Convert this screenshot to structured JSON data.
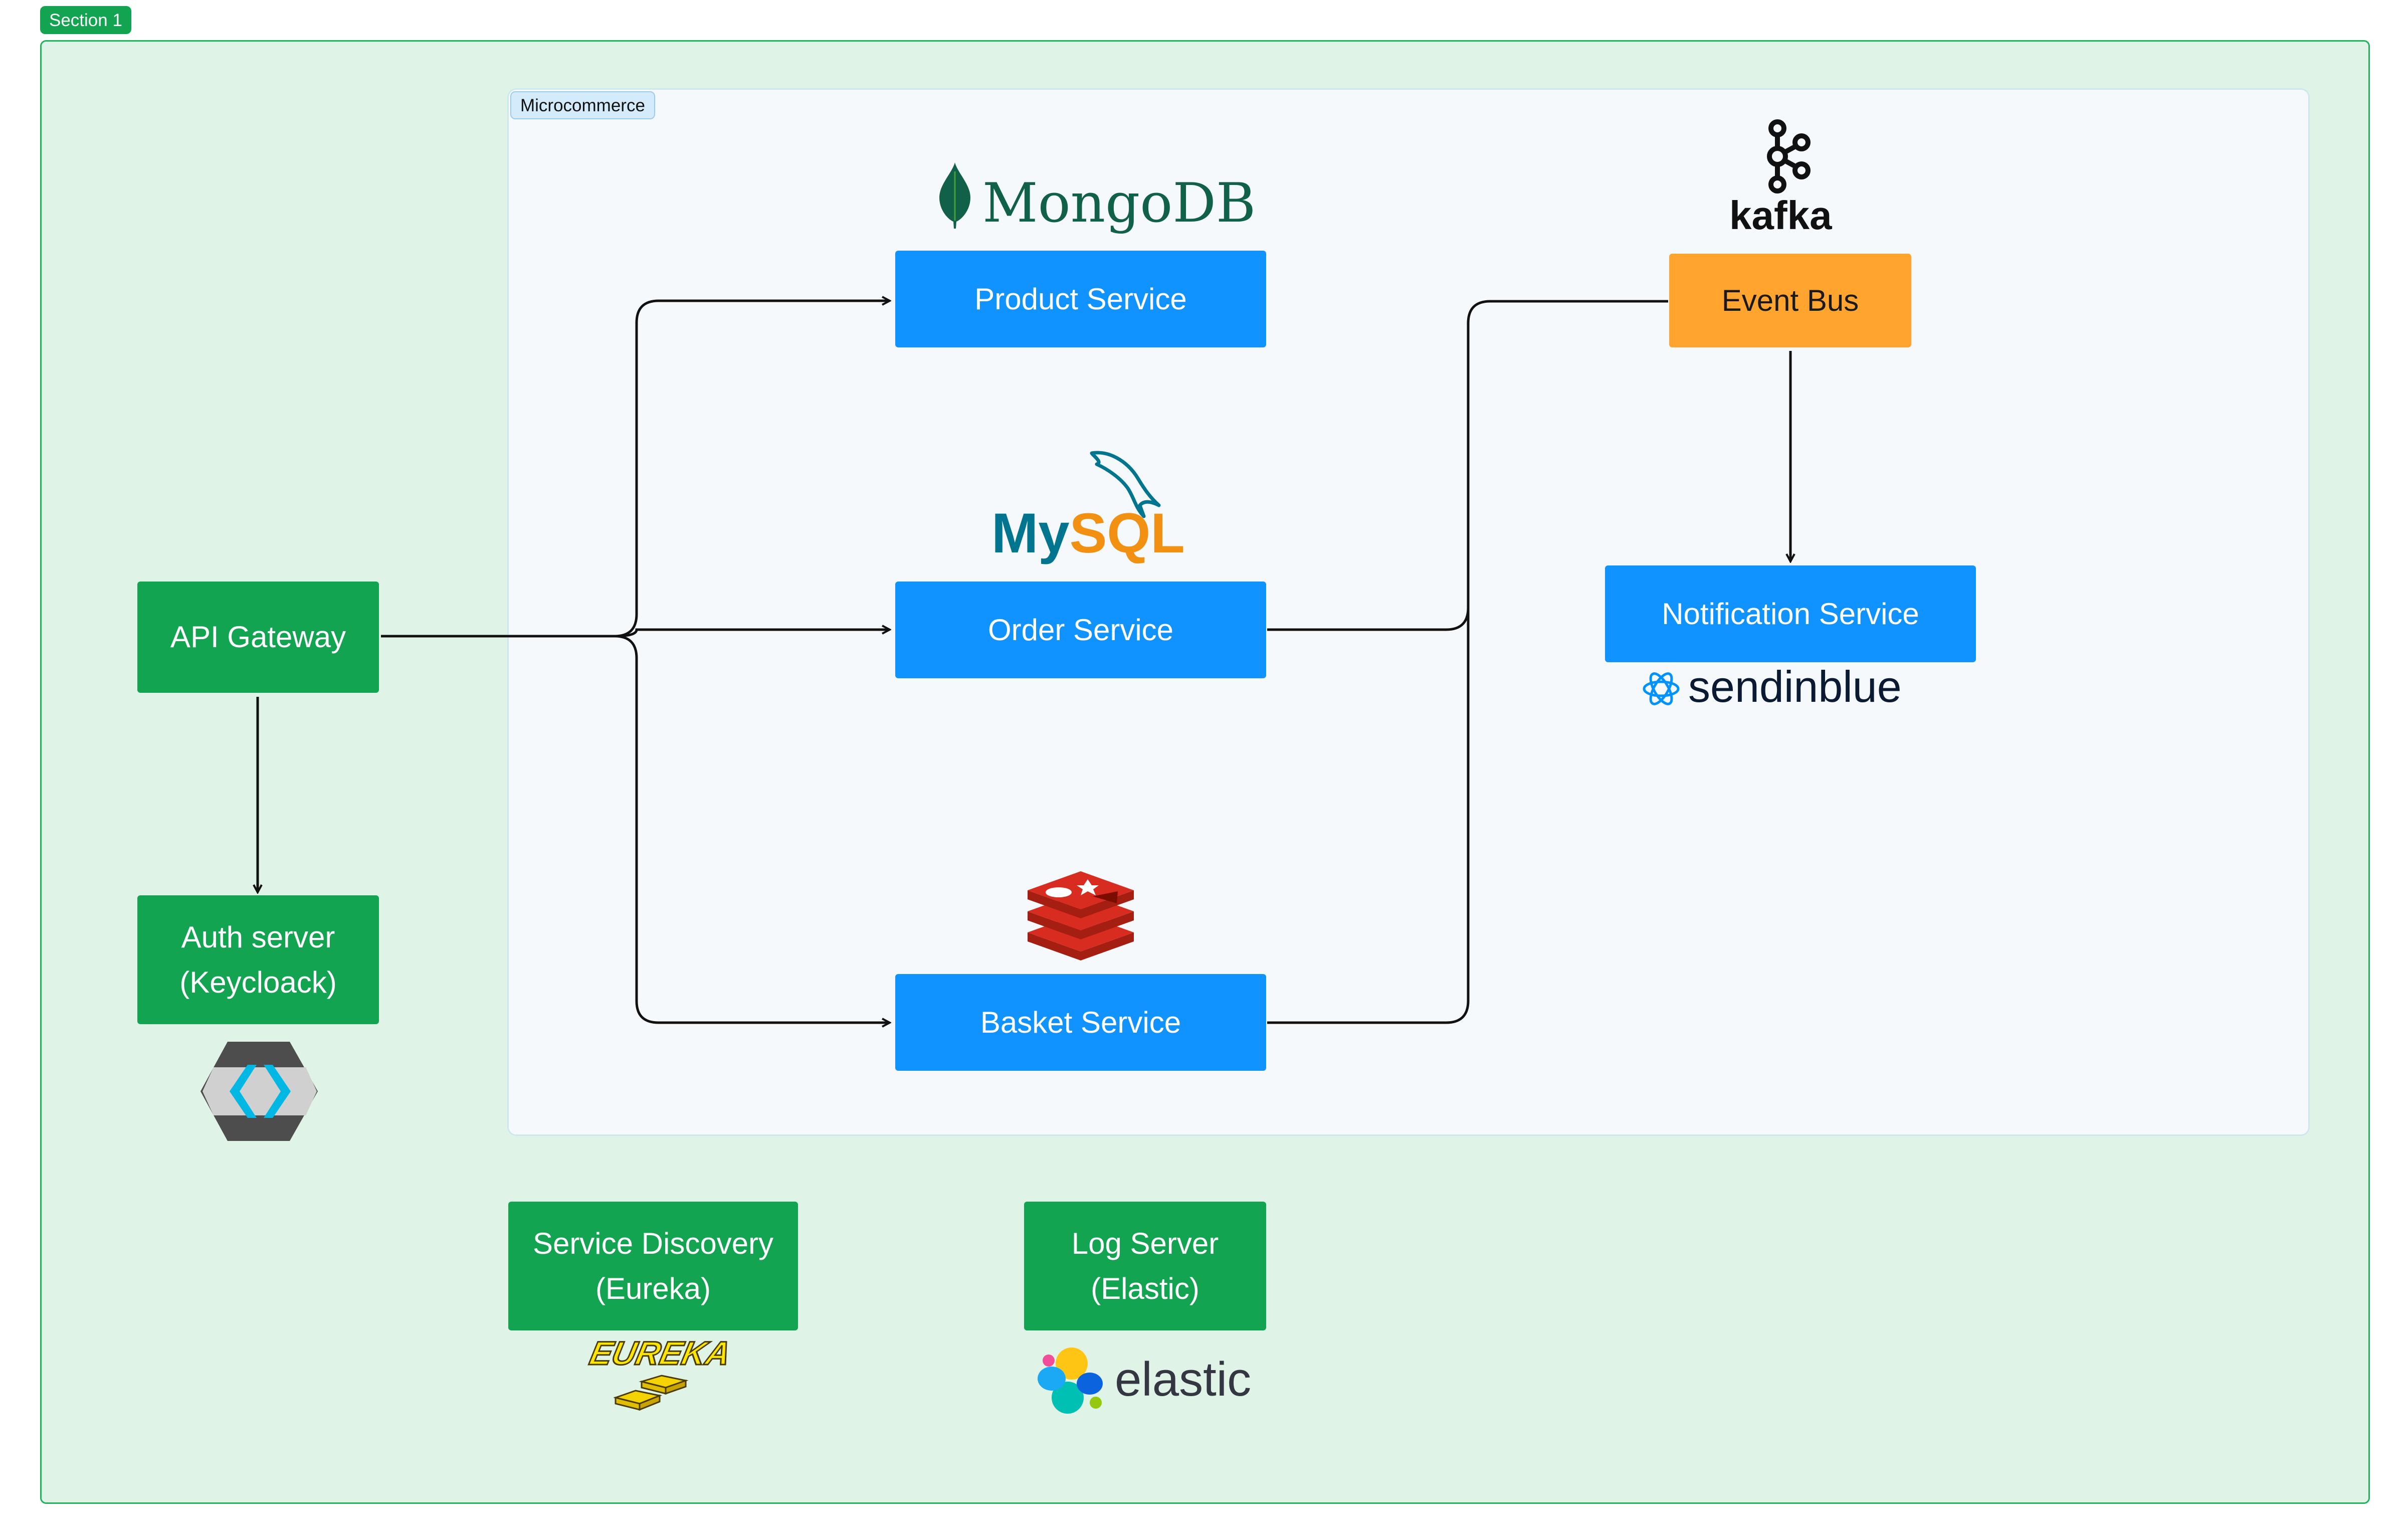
{
  "section": {
    "label": "Section 1"
  },
  "group": {
    "label": "Microcommerce"
  },
  "nodes": {
    "api_gateway": "API Gateway",
    "auth_server": "Auth server\n(Keycloack)",
    "product_service": "Product Service",
    "order_service": "Order Service",
    "basket_service": "Basket Service",
    "event_bus": "Event Bus",
    "notification_service": "Notification Service",
    "service_discovery": "Service Discovery\n(Eureka)",
    "log_server": "Log Server\n(Elastic)"
  },
  "logos": {
    "mongodb": "MongoDB",
    "mysql_my": "My",
    "mysql_sql": "SQL",
    "kafka": "kafka",
    "sendinblue": "sendinblue",
    "eureka": "EUREKA",
    "elastic": "elastic"
  },
  "icons": {
    "mongodb": "mongodb-leaf-icon",
    "mysql": "mysql-dolphin-icon",
    "redis": "redis-stack-icon",
    "kafka": "kafka-icon",
    "sendinblue": "sendinblue-icon",
    "keycloak": "keycloak-icon",
    "eureka": "eureka-gold-icon",
    "elastic": "elastic-icon"
  },
  "colors": {
    "section_green": "#12a451",
    "service_blue": "#1193ff",
    "event_bus_orange": "#ffa52f",
    "mongodb_green": "#116149",
    "mysql_blue": "#00758f",
    "mysql_orange": "#f29111",
    "redis_red": "#d82c20",
    "sendinblue_navy": "#0b1a33"
  }
}
